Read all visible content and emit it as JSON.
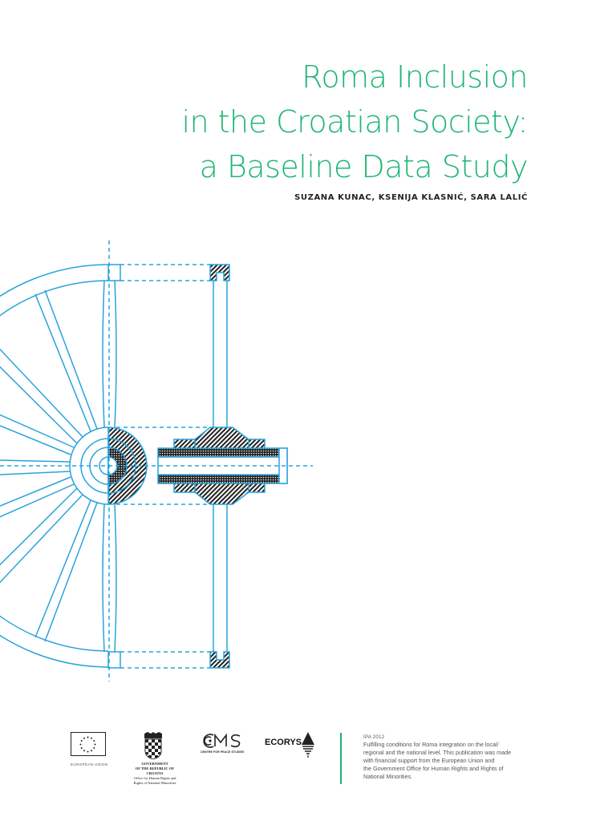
{
  "cover": {
    "title_lines": [
      "Roma Inclusion",
      "in the Croatian Society:",
      "a Baseline Data Study"
    ],
    "authors": "SUZANA KUNAC, KSENIJA KLASNIĆ, SARA LALIĆ"
  },
  "illustration": {
    "subject": "technical cross-section drawing of a wooden wagon wheel and hub",
    "line_color": "#29a3dc",
    "hatch_color": "#222222"
  },
  "footer": {
    "logos": [
      {
        "name": "European Union",
        "label": "EUROPEAN UNION",
        "icon": "eu-flag-icon"
      },
      {
        "name": "Government of the Republic of Croatia",
        "label_lines": [
          "GOVERNMENT",
          "OF THE REPUBLIC OF CROATIA",
          "Office for Human Rights and",
          "Rights of National Minorities"
        ],
        "icon": "croatian-coat-of-arms-icon"
      },
      {
        "name": "CMS",
        "label": "CENTRE FOR PEACE STUDIES",
        "icon": "cms-logo-icon"
      },
      {
        "name": "ECORYS",
        "label": "ECORYS",
        "icon": "ecorys-logo-icon"
      }
    ],
    "programme_code": "IPA 2012",
    "description": "Fulfilling conditions for Roma integration on the local/ regional and the national level. This publication was made with financial support from the European Union and the Government Office for Human Rights and Rights of National Minorities.",
    "description_lines": [
      "Fulfilling conditions for Roma integration on the local/",
      "regional and the national level. This publication was made",
      "with financial support from the European Union and",
      "the Government Office for Human Rights and Rights of",
      "National Minorities."
    ],
    "accent_color": "#1fb573"
  }
}
